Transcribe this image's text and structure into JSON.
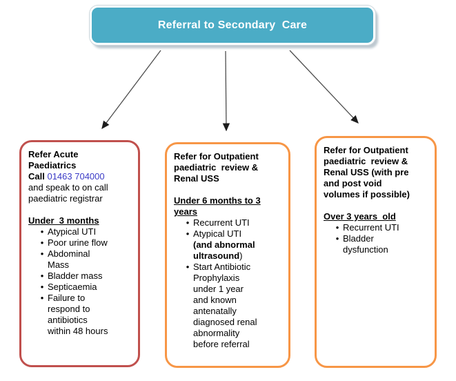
{
  "title_box": {
    "label": "Referral to Secondary  Care",
    "fill": "#4bacc6",
    "text_color": "#ffffff"
  },
  "icons": {
    "bullet": "•"
  },
  "connectors": [
    {
      "name": "arrow-to-acute-paediatrics"
    },
    {
      "name": "arrow-to-outpatient-review"
    },
    {
      "name": "arrow-to-outpatient-review-post-void"
    }
  ],
  "boxes": [
    {
      "name": "refer-acute-paediatrics-box",
      "border_color": "#c0504d",
      "blocks": [
        {
          "type": "rich",
          "name": "intro-text",
          "segments": [
            {
              "text": "Refer Acute\nPaediatrics\n",
              "bold": true
            },
            {
              "text": "Call ",
              "bold": true
            },
            {
              "text": "01463 704000",
              "color": "#3a3ac6",
              "name": "phone-number"
            },
            {
              "text": "\nand speak to on call\npaediatric registrar"
            }
          ]
        },
        {
          "type": "spacer"
        },
        {
          "type": "heading",
          "name": "age-group-heading",
          "text": "Under  3 months"
        },
        {
          "type": "bullets",
          "items": [
            {
              "segments": [
                {
                  "text": "Atypical UTI"
                }
              ]
            },
            {
              "segments": [
                {
                  "text": "Poor urine flow"
                }
              ]
            },
            {
              "segments": [
                {
                  "text": "Abdominal\nMass"
                }
              ]
            },
            {
              "segments": [
                {
                  "text": "Bladder mass"
                }
              ]
            },
            {
              "segments": [
                {
                  "text": "Septicaemia"
                }
              ]
            },
            {
              "segments": [
                {
                  "text": "Failure to\nrespond to\nantibiotics\nwithin 48 hours"
                }
              ]
            }
          ]
        }
      ]
    },
    {
      "name": "outpatient-review-box",
      "border_color": "#f79646",
      "blocks": [
        {
          "type": "rich",
          "name": "intro-text",
          "segments": [
            {
              "text": "Refer for Outpatient\npaediatric  review &\nRenal USS",
              "bold": true
            }
          ]
        },
        {
          "type": "spacer"
        },
        {
          "type": "heading",
          "name": "age-group-heading",
          "text": "Under 6 months to 3\nyears"
        },
        {
          "type": "bullets",
          "items": [
            {
              "segments": [
                {
                  "text": "Recurrent UTI"
                }
              ]
            },
            {
              "segments": [
                {
                  "text": "Atypical UTI\n"
                },
                {
                  "text": "(and abnormal\nultrasound",
                  "bold": true
                },
                {
                  "text": ")"
                }
              ]
            },
            {
              "segments": [
                {
                  "text": "Start Antibiotic\nProphylaxis\nunder 1 year\nand known\nantenatally\ndiagnosed renal\nabnormality\nbefore referral"
                }
              ]
            }
          ]
        }
      ]
    },
    {
      "name": "outpatient-review-post-void-box",
      "border_color": "#f79646",
      "blocks": [
        {
          "type": "rich",
          "name": "intro-text",
          "segments": [
            {
              "text": "Refer for Outpatient\npaediatric  review &\nRenal USS (with pre\nand post void\nvolumes if possible)",
              "bold": true
            }
          ]
        },
        {
          "type": "spacer"
        },
        {
          "type": "heading",
          "name": "age-group-heading",
          "text": "Over 3 years  old"
        },
        {
          "type": "bullets",
          "items": [
            {
              "segments": [
                {
                  "text": "Recurrent UTI"
                }
              ]
            },
            {
              "segments": [
                {
                  "text": "Bladder\ndysfunction"
                }
              ]
            }
          ]
        }
      ]
    }
  ]
}
